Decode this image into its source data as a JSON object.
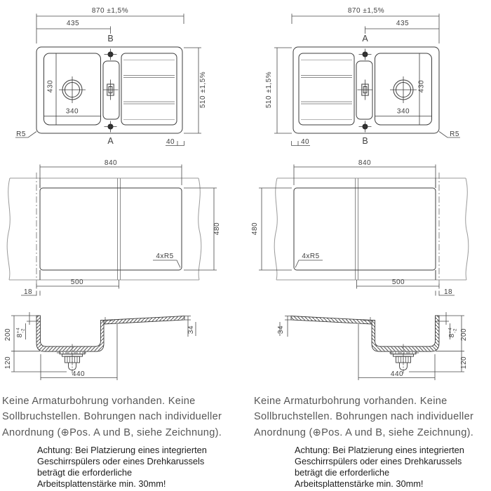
{
  "colors": {
    "main_line": "#3d3d3d",
    "dim_line": "#4a4a4a",
    "light_line": "#9a9a9a",
    "hole_fill": "#2b2b2b",
    "note_text": "#565656",
    "warning_text": "#1c1c1c"
  },
  "top_view": {
    "dim_total_width": "870 ±1,5%",
    "dim_half_width": "435",
    "dim_total_depth": "510 ±1,5%",
    "dim_basin_length": "430",
    "dim_basin_width": "340",
    "dim_rim_offset": "40",
    "corner_radius": "R5",
    "pos_a": "A",
    "pos_b": "B"
  },
  "cutout_view": {
    "dim_width": "840",
    "dim_depth": "480",
    "dim_front": "500",
    "dim_edge": "18",
    "corner_note": "4xR5"
  },
  "section_view": {
    "dim_total_height": "200",
    "dim_rim": "8",
    "dim_rim_tol_plus": "+4",
    "dim_rim_tol_minus": "-2",
    "dim_drain_height": "120",
    "dim_basin_width": "440",
    "dim_board_thickness": "34"
  },
  "notes": {
    "main_lines": [
      "Keine Armaturbohrung vorhanden. Keine",
      "Sollbruchstellen. Bohrungen nach individueller",
      "Anordnung (⊕Pos. A und B, siehe Zeichnung)."
    ],
    "warning_lines": [
      "Achtung: Bei Platzierung eines integrierten",
      "Geschirrspülers oder eines Drehkarussels",
      "beträgt die erforderliche",
      "Arbeitsplattenstärke min. 30mm!"
    ]
  }
}
